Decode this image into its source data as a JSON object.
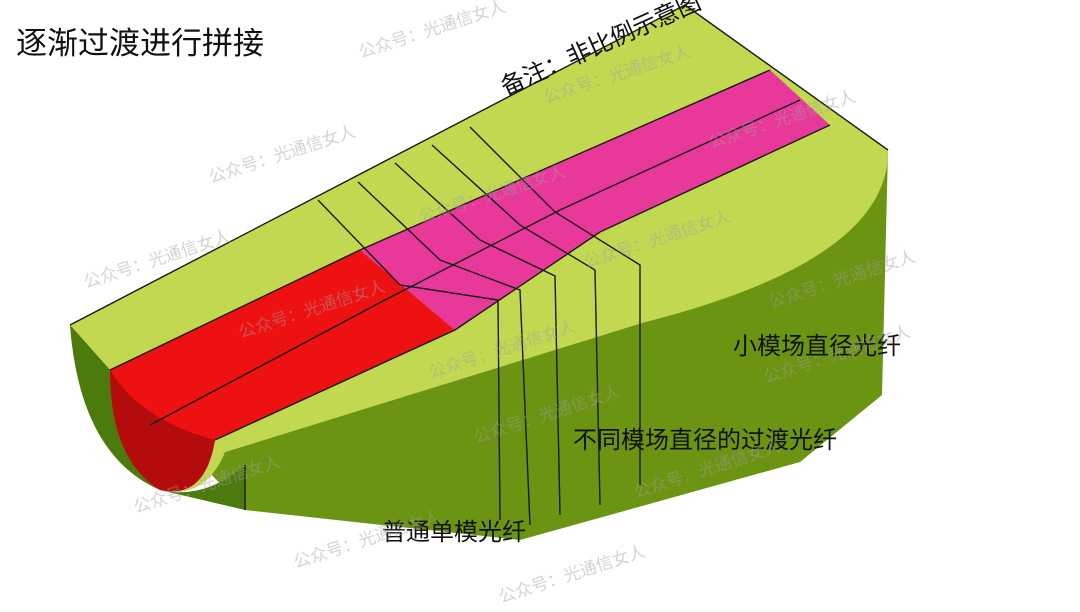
{
  "title": "逐渐过渡进行拼接",
  "note": "备注：非比例示意图",
  "labels": {
    "small_mfd_fiber": "小模场直径光纤",
    "transition_fiber": "不同模场直径的过渡光纤",
    "ordinary_smf": "普通单模光纤"
  },
  "watermark": "公众号：光通信女人",
  "colors": {
    "cladding_top": "#c3d851",
    "cladding_side": "#6b9412",
    "cladding_inner": "#4c7a0d",
    "core_red": "#ee1111",
    "core_red_dark": "#b40c0c",
    "core_magenta": "#e8399b",
    "edge": "#1a1a1a"
  }
}
